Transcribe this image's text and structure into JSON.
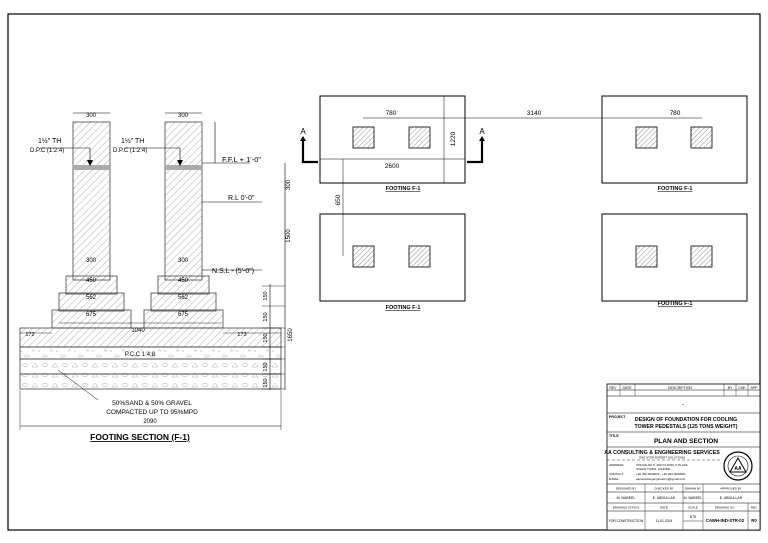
{
  "section": {
    "title": "FOOTING SECTION (F-1)",
    "dim_top_left": "300",
    "dim_top_right": "300",
    "dpc_left_1": "1½\" TH",
    "dpc_left_2": "D.P.C (1:2:4)",
    "dpc_right_1": "1½\" TH",
    "dpc_right_2": "D.P.C (1:2:4)",
    "ffl": "F.F.L + 1'-0\"",
    "ngl": "R.L  0'-0\"",
    "nsl": "N.S.L  - (5'-0\")",
    "dim_300_v": "300",
    "dim_1500": "1500",
    "dim_150_1": "150",
    "dim_150_2": "150",
    "dim_150_3": "150",
    "dim_150_4": "150",
    "dim_150_5": "150",
    "dim_1650": "1650",
    "step_300_l": "300",
    "step_450_l": "450",
    "step_562_l": "562",
    "step_675_l": "675",
    "step_300_r": "300",
    "step_450_r": "450",
    "step_562_r": "562",
    "step_675_r": "675",
    "dim_1040": "1040",
    "dim_172_l": "172",
    "dim_173_r": "173",
    "pcc": "P.C.C 1:4:8",
    "fill_note_1": "50%SAND & 50% GRAVEL",
    "fill_note_2": "COMPACTED UP TO 95%MPD",
    "dim_2090": "2090"
  },
  "plan": {
    "label_a_left": "A",
    "label_a_right": "A",
    "dim_780_left": "780",
    "dim_3140": "3140",
    "dim_780_right": "780",
    "dim_1220": "1220",
    "dim_2600": "2600",
    "dim_650": "650",
    "footing_label_1": "FOOTING F-1",
    "footing_label_2": "FOOTING F-1",
    "footing_label_3": "FOOTING F-1",
    "footing_label_4": "FOOTING F-1"
  },
  "title_block": {
    "rev_hdr_1": "REV",
    "rev_hdr_2": "DATE",
    "rev_hdr_3": "DESCRIPTION",
    "rev_hdr_4": "BY",
    "rev_hdr_5": "CHK",
    "rev_hdr_6": "APP",
    "dash": "-",
    "project_label": "PROJECT",
    "project_line_1": "DESIGN OF FOUNDATION FOR COOLING",
    "project_line_2": "TOWER PEDESTALS (125 TONS WEIGHT)",
    "title_label": "TITLE",
    "drawing_title": "PLAN AND SECTION",
    "company": "AA CONSULTING & ENGINEERING SERVICES",
    "company_sub": "ONE STOP EXPERT SOLUTIONS",
    "logo_letters": "AA",
    "address_label": "ADDRESS",
    "address_1": "OFFICE NO 5, 2ND FLOOR, K PLAZA",
    "address_2": "JOHAR TOWN, LAHORE",
    "contact_label": "CONTACT",
    "contact_1": "+92 300 0000000 , +92 300 0000000",
    "email_label": "E-MAIL",
    "email": "aaconsultingengineering@gmail.com",
    "row_a_1": "DESIGNED BY",
    "row_a_2": "CHECKED BY",
    "row_a_3": "DRAWN BY",
    "row_a_4": "APPROVED BY",
    "row_b_1": "M. NABEEL",
    "row_b_2": "E. ABDULLAH",
    "row_b_3": "M. NABEEL",
    "row_b_4": "E. ABDULLAH",
    "row_c_1": "DRAWING STATUS",
    "row_c_2": "DATE",
    "row_c_3": "SCALE",
    "row_c_4": "DRAWING NO.",
    "row_c_5": "REV",
    "row_d_1": "FOR CONSTRUCTION",
    "row_d_2": "11-01-2024",
    "row_d_3": "NTS",
    "drawing_no": "CAWH-IND-STR-02",
    "rev_no": "R0"
  }
}
